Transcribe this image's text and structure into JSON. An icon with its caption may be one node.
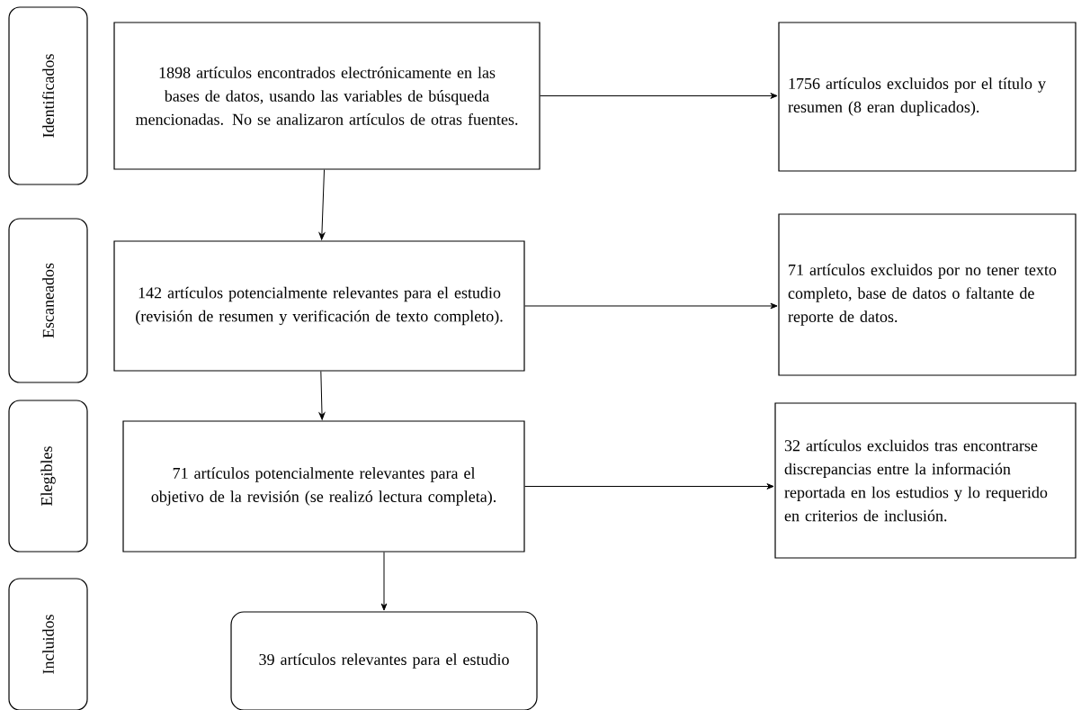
{
  "diagram": {
    "nodes": [
      {
        "text": [
          "Identificados"
        ]
      },
      {
        "text": [
          "1898 artículos encontrados electrónicamente en las bases de datos, usando las variables de búsqueda mencionadas. No se analizaron artículos de otras fuentes."
        ]
      },
      {
        "text": [
          "1756 artículos excluidos por el título y resumen (8 eran duplicados)."
        ]
      },
      {
        "text": [
          "Escaneados"
        ]
      },
      {
        "text": [
          "142 artículos potencialmente relevantes para el estudio (revisión de resumen y verificación de texto completo)."
        ]
      },
      {
        "text": [
          "71 artículos excluidos por no tener texto completo, base de datos o faltante de reporte de datos."
        ]
      },
      {
        "text": [
          "Elegibles"
        ]
      },
      {
        "text": [
          "71 artículos potencialmente relevantes para el objetivo de la revisión (se realizó lectura completa)."
        ]
      },
      {
        "text": [
          "32 artículos excluidos tras encontrarse discrepancias entre la información reportada en los estudios y lo requerido en criterios de inclusión."
        ]
      },
      {
        "text": [
          "Incluidos"
        ]
      },
      {
        "text": [
          "39 artículos relevantes para el estudio"
        ]
      }
    ],
    "edges": [
      {
        "from": 1,
        "to": 2,
        "arrow": "to"
      },
      {
        "from": 1,
        "to": 4,
        "arrow": "to"
      },
      {
        "from": 4,
        "to": 5,
        "arrow": "to"
      },
      {
        "from": 4,
        "to": 7,
        "arrow": "to"
      },
      {
        "from": 7,
        "to": 8,
        "arrow": "to"
      },
      {
        "from": 7,
        "to": 10,
        "arrow": "to"
      }
    ]
  }
}
